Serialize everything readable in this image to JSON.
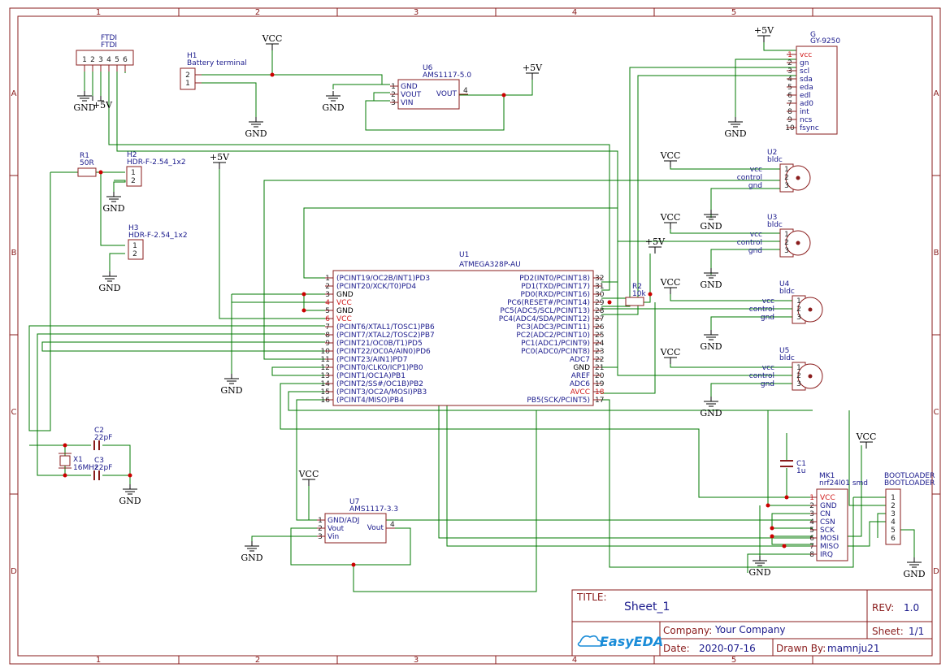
{
  "border": {
    "columns": [
      "1",
      "2",
      "3",
      "4",
      "5"
    ],
    "rows": [
      "A",
      "B",
      "C",
      "D"
    ]
  },
  "title_block": {
    "title_key": "TITLE:",
    "title": "Sheet_1",
    "rev_key": "REV:",
    "rev": "1.0",
    "company_key": "Company:",
    "company": "Your Company",
    "sheet_key": "Sheet:",
    "sheet": "1/1",
    "date_key": "Date:",
    "date": "2020-07-16",
    "drawn_key": "Drawn By:",
    "drawn": "mamnju21",
    "logo": "EasyEDA"
  },
  "nets": {
    "vcc": "VCC",
    "gnd": "GND",
    "p5v": "+5V"
  },
  "ftdi": {
    "ref": "FTDI",
    "value": "FTDI",
    "pins": [
      "1",
      "2",
      "3",
      "4",
      "5",
      "6"
    ]
  },
  "h1": {
    "ref": "H1",
    "value": "Battery terminal",
    "pins": [
      "2",
      "1"
    ]
  },
  "u6": {
    "ref": "U6",
    "value": "AMS1117-5.0",
    "pin_names": [
      "GND",
      "VOUT",
      "VIN"
    ],
    "pin_nums": [
      "1",
      "2",
      "3"
    ],
    "out_name": "VOUT",
    "out_num": "4"
  },
  "gy": {
    "ref": "G",
    "value": "GY-9250",
    "pins": [
      {
        "n": "1",
        "name": "vcc"
      },
      {
        "n": "2",
        "name": "gn"
      },
      {
        "n": "3",
        "name": "scl"
      },
      {
        "n": "4",
        "name": "sda"
      },
      {
        "n": "5",
        "name": "eda"
      },
      {
        "n": "6",
        "name": "edl"
      },
      {
        "n": "7",
        "name": "ad0"
      },
      {
        "n": "8",
        "name": "int"
      },
      {
        "n": "9",
        "name": "ncs"
      },
      {
        "n": "10",
        "name": "fsync"
      }
    ]
  },
  "r1": {
    "ref": "R1",
    "value": "50R"
  },
  "h2": {
    "ref": "H2",
    "value": "HDR-F-2.54_1x2",
    "pins": [
      "1",
      "2"
    ]
  },
  "h3": {
    "ref": "H3",
    "value": "HDR-F-2.54_1x2",
    "pins": [
      "1",
      "2"
    ]
  },
  "bldc": [
    {
      "ref": "U2",
      "value": "bldc",
      "pins": [
        {
          "n": "1",
          "name": "vcc"
        },
        {
          "n": "2",
          "name": "control"
        },
        {
          "n": "3",
          "name": "gnd"
        }
      ]
    },
    {
      "ref": "U3",
      "value": "bldc",
      "pins": [
        {
          "n": "1",
          "name": "vcc"
        },
        {
          "n": "2",
          "name": "control"
        },
        {
          "n": "3",
          "name": "gnd"
        }
      ]
    },
    {
      "ref": "U4",
      "value": "bldc",
      "pins": [
        {
          "n": "1",
          "name": "vcc"
        },
        {
          "n": "2",
          "name": "control"
        },
        {
          "n": "3",
          "name": "gnd"
        }
      ]
    },
    {
      "ref": "U5",
      "value": "bldc",
      "pins": [
        {
          "n": "1",
          "name": "vcc"
        },
        {
          "n": "2",
          "name": "control"
        },
        {
          "n": "3",
          "name": "gnd"
        }
      ]
    }
  ],
  "u1": {
    "ref": "U1",
    "value": "ATMEGA328P-AU",
    "left": [
      {
        "n": "1",
        "name": "(PCINT19/OC2B/INT1)PD3",
        "red": false
      },
      {
        "n": "2",
        "name": "(PCINT20/XCK/T0)PD4",
        "red": false
      },
      {
        "n": "3",
        "name": "GND",
        "red": false
      },
      {
        "n": "4",
        "name": "VCC",
        "red": true
      },
      {
        "n": "5",
        "name": "GND",
        "red": false
      },
      {
        "n": "6",
        "name": "VCC",
        "red": true
      },
      {
        "n": "7",
        "name": "(PCINT6/XTAL1/TOSC1)PB6",
        "red": false
      },
      {
        "n": "8",
        "name": "(PCINT7/XTAL2/TOSC2)PB7",
        "red": false
      },
      {
        "n": "9",
        "name": "(PCINT21/OC0B/T1)PD5",
        "red": false
      },
      {
        "n": "10",
        "name": "(PCINT22/OC0A/AIN0)PD6",
        "red": false
      },
      {
        "n": "11",
        "name": "(PCINT23/AIN1)PD7",
        "red": false
      },
      {
        "n": "12",
        "name": "(PCINT0/CLKO/ICP1)PB0",
        "red": false
      },
      {
        "n": "13",
        "name": "(PCINT1/OC1A)PB1",
        "red": false
      },
      {
        "n": "14",
        "name": "(PCINT2/SS#/OC1B)PB2",
        "red": false
      },
      {
        "n": "15",
        "name": "(PCINT3/OC2A/MOSI)PB3",
        "red": false
      },
      {
        "n": "16",
        "name": "(PCINT4/MISO)PB4",
        "red": false
      }
    ],
    "right": [
      {
        "n": "32",
        "name": "PD2(INT0/PCINT18)",
        "red": false
      },
      {
        "n": "31",
        "name": "PD1(TXD/PCINT17)",
        "red": false
      },
      {
        "n": "30",
        "name": "PD0(RXD/PCINT16)",
        "red": false
      },
      {
        "n": "29",
        "name": "PC6(RESET#/PCINT14)",
        "red": false
      },
      {
        "n": "28",
        "name": "PC5(ADC5/SCL/PCINT13)",
        "red": false
      },
      {
        "n": "27",
        "name": "PC4(ADC4/SDA/PCINT12)",
        "red": false
      },
      {
        "n": "26",
        "name": "PC3(ADC3/PCINT11)",
        "red": false
      },
      {
        "n": "25",
        "name": "PC2(ADC2/PCINT10)",
        "red": false
      },
      {
        "n": "24",
        "name": "PC1(ADC1/PCINT9)",
        "red": false
      },
      {
        "n": "23",
        "name": "PC0(ADC0/PCINT8)",
        "red": false
      },
      {
        "n": "22",
        "name": "ADC7",
        "red": false
      },
      {
        "n": "21",
        "name": "GND",
        "red": false
      },
      {
        "n": "20",
        "name": "AREF",
        "red": false
      },
      {
        "n": "19",
        "name": "ADC6",
        "red": false
      },
      {
        "n": "18",
        "name": "AVCC",
        "red": true
      },
      {
        "n": "17",
        "name": "PB5(SCK/PCINT5)",
        "red": false
      }
    ]
  },
  "r2": {
    "ref": "R2",
    "value": "10k"
  },
  "c2": {
    "ref": "C2",
    "value": "22pF"
  },
  "c3": {
    "ref": "C3",
    "value": "22pF"
  },
  "x1": {
    "ref": "X1",
    "value": "16MHz"
  },
  "c1": {
    "ref": "C1",
    "value": "1u"
  },
  "u7": {
    "ref": "U7",
    "value": "AMS1117-3.3",
    "pin_names": [
      "GND/ADJ",
      "Vout",
      "Vin"
    ],
    "pin_nums": [
      "1",
      "2",
      "3"
    ],
    "out_name": "Vout",
    "out_num": "4"
  },
  "mk1": {
    "ref": "MK1",
    "value": "nrf24l01 smd",
    "pins": [
      {
        "n": "1",
        "name": "VCC",
        "red": true
      },
      {
        "n": "2",
        "name": "GND",
        "red": false
      },
      {
        "n": "3",
        "name": "CN",
        "red": false
      },
      {
        "n": "4",
        "name": "CSN",
        "red": false
      },
      {
        "n": "5",
        "name": "SCK",
        "red": false
      },
      {
        "n": "6",
        "name": "MOSI",
        "red": false
      },
      {
        "n": "7",
        "name": "MISO",
        "red": false
      },
      {
        "n": "8",
        "name": "IRQ",
        "red": false
      }
    ]
  },
  "bootloader": {
    "ref": "BOOTLOADER",
    "value": "BOOTLOADER",
    "pins": [
      "1",
      "2",
      "3",
      "4",
      "5",
      "6"
    ]
  }
}
